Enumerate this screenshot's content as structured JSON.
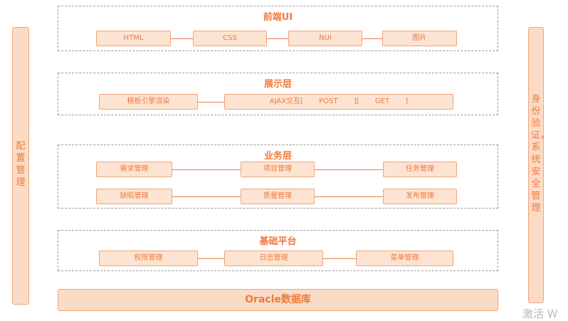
{
  "left_panel": {
    "label": "配置管理"
  },
  "right_panel": {
    "label": "身份验证，系统安全管理"
  },
  "layers": {
    "ui": {
      "title": "前端UI",
      "items": [
        "HTML",
        "CSS",
        "NUI",
        "图片"
      ]
    },
    "presentation": {
      "title": "展示层",
      "items": [
        "模板引擎渲染",
        "AJAX交互[       POST       ][       GET       ]"
      ]
    },
    "business": {
      "title": "业务层",
      "row1": [
        "需求管理",
        "项目管理",
        "任务管理"
      ],
      "row2": [
        "缺陷管理",
        "质量管理",
        "发布管理"
      ]
    },
    "platform": {
      "title": "基础平台",
      "items": [
        "权限管理",
        "日志管理",
        "菜单管理"
      ]
    }
  },
  "database": {
    "label": "Oracle数据库"
  },
  "watermark": {
    "text": "激活 W"
  },
  "colors": {
    "accent": "#ee7b3e",
    "fill": "#fde3d2",
    "border": "#f0a57a",
    "dashed": "#9a9a9a"
  }
}
